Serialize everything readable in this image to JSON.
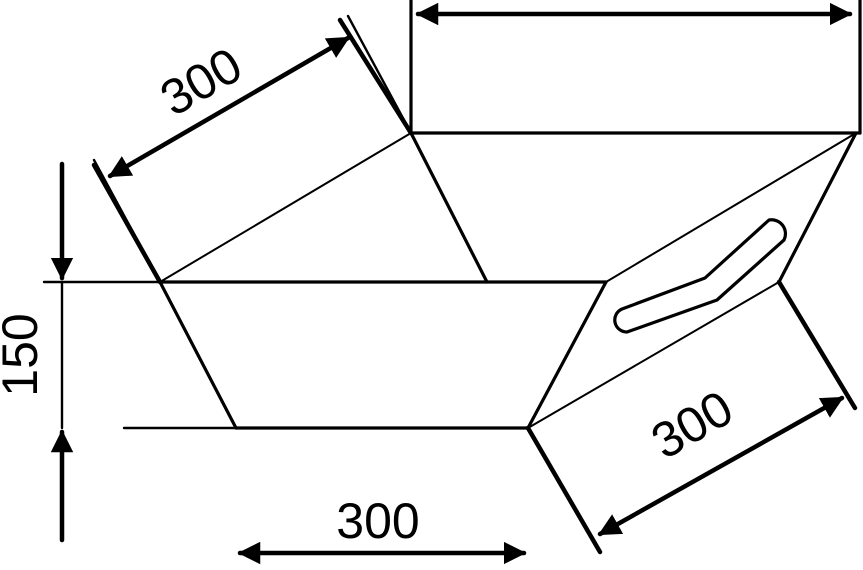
{
  "dimensions": {
    "upper_left_diagonal": {
      "label": "300"
    },
    "top_width": {
      "label": ""
    },
    "left_height": {
      "label": "150"
    },
    "bottom_width": {
      "label": "300"
    },
    "right_diagonal": {
      "label": "300"
    }
  },
  "colors": {
    "line": "#000000",
    "background": "#ffffff"
  }
}
